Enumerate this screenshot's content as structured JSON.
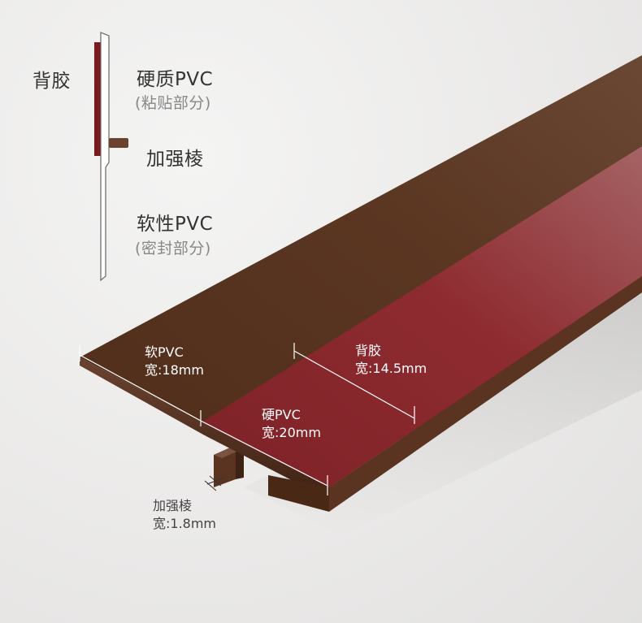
{
  "legend": {
    "back_glue": "背胶",
    "hard_pvc": "硬质PVC",
    "hard_pvc_note": "(粘贴部分)",
    "rib": "加强棱",
    "soft_pvc": "软性PVC",
    "soft_pvc_note": "(密封部分)"
  },
  "dimensions": {
    "soft_pvc_name": "软PVC",
    "soft_pvc_width": "宽:18mm",
    "back_glue_name": "背胶",
    "back_glue_width": "宽:14.5mm",
    "hard_pvc_name": "硬PVC",
    "hard_pvc_width": "宽:20mm",
    "rib_name": "加强棱",
    "rib_width": "宽:1.8mm"
  },
  "colors": {
    "brown": "#5a3520",
    "red": "#8c2a2e",
    "white": "#ffffff"
  }
}
